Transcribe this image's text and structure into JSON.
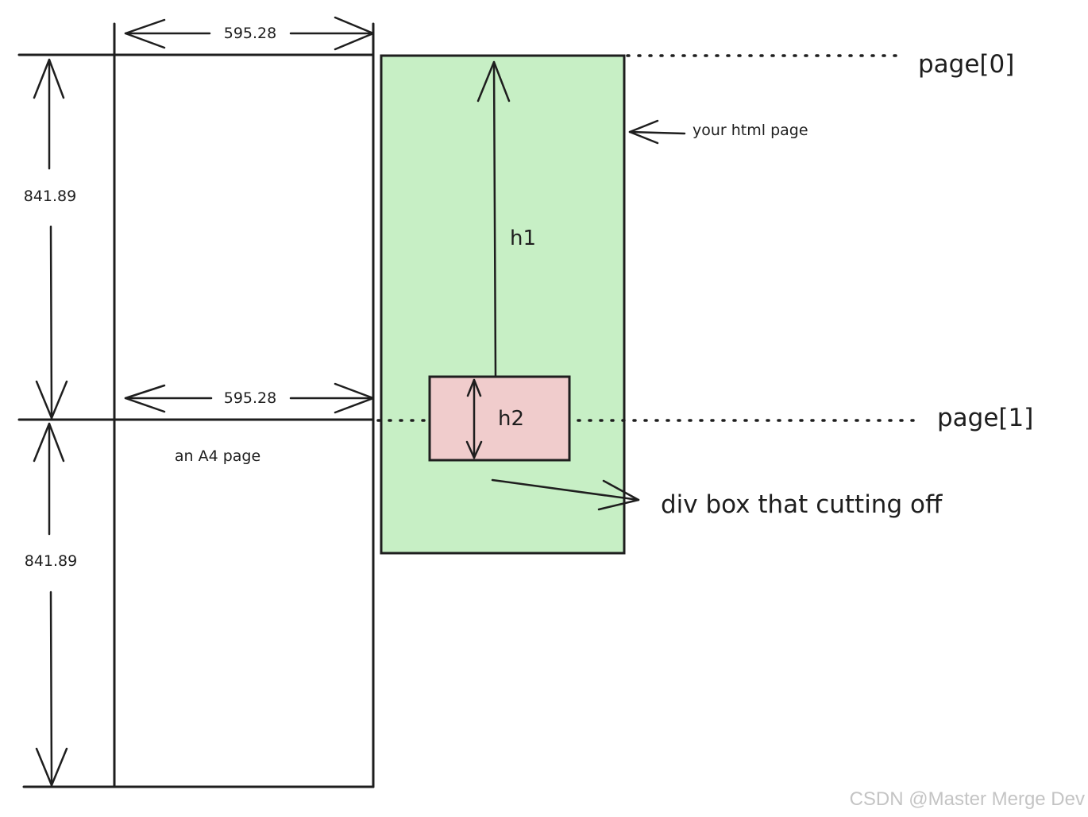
{
  "diagram": {
    "dimension_width_top": "595.28",
    "dimension_width_mid": "595.28",
    "dimension_height_top": "841.89",
    "dimension_height_bottom": "841.89",
    "label_page0": "page[0]",
    "label_page1": "page[1]",
    "label_html_page": "your html page",
    "label_h1": "h1",
    "label_h2": "h2",
    "label_a4": "an A4 page",
    "label_div_box": "div box that cutting off",
    "watermark": "CSDN @Master Merge Dev"
  },
  "colors": {
    "ink": "#1e1e1e",
    "html_page_fill": "#c7efc5",
    "div_box_fill": "#f0cccc",
    "watermark": "#c4c4c4"
  }
}
